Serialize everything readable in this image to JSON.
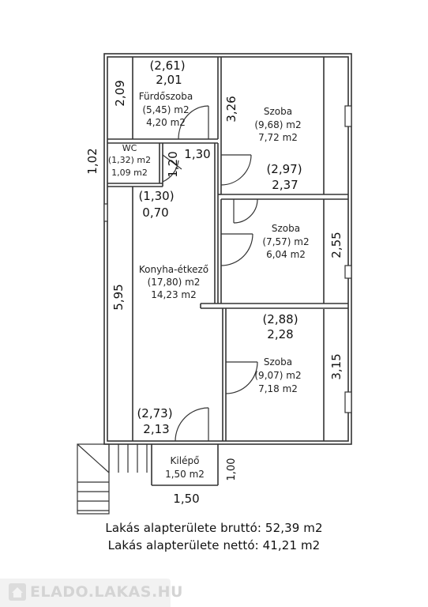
{
  "rooms": {
    "furdoszoba": {
      "name": "Fürdőszoba",
      "gross": "(5,45) m2",
      "net": "4,20 m2"
    },
    "wc": {
      "name": "WC",
      "gross": "(1,32) m2",
      "net": "1,09 m2"
    },
    "szoba1": {
      "name": "Szoba",
      "gross": "(9,68) m2",
      "net": "7,72 m2"
    },
    "szoba2": {
      "name": "Szoba",
      "gross": "(7,57) m2",
      "net": "6,04 m2"
    },
    "szoba3": {
      "name": "Szoba",
      "gross": "(9,07) m2",
      "net": "7,18 m2"
    },
    "konyha": {
      "name": "Konyha-étkező",
      "gross": "(17,80) m2",
      "net": "14,23 m2"
    },
    "kilepo": {
      "name": "Kilépő",
      "area": "1,50 m2"
    }
  },
  "dimensions": {
    "top_width_gross": "(2,61)",
    "top_width_net": "2,01",
    "bath_height": "2,09",
    "room1_height": "3,26",
    "wc_left": "1,02",
    "wc_width": "1,30",
    "wc_height": "1,20",
    "hall_width_gross": "(1,30)",
    "hall_width_net": "0,70",
    "room1_width_gross": "(2,97)",
    "room1_width_net": "2,37",
    "room2_height": "2,55",
    "kitchen_height": "5,95",
    "room3_width_gross": "(2,88)",
    "room3_width_net": "2,28",
    "room3_height": "3,15",
    "kitchen_width_gross": "(2,73)",
    "kitchen_width_net": "2,13",
    "kilepo_height": "1,00",
    "kilepo_width": "1,50"
  },
  "summary": {
    "brutto": "Lakás alapterülete bruttó: 52,39 m2",
    "netto": "Lakás alapterülete nettó: 41,21 m2"
  },
  "watermark": {
    "text": "ELADO.LAKAS.HU"
  }
}
